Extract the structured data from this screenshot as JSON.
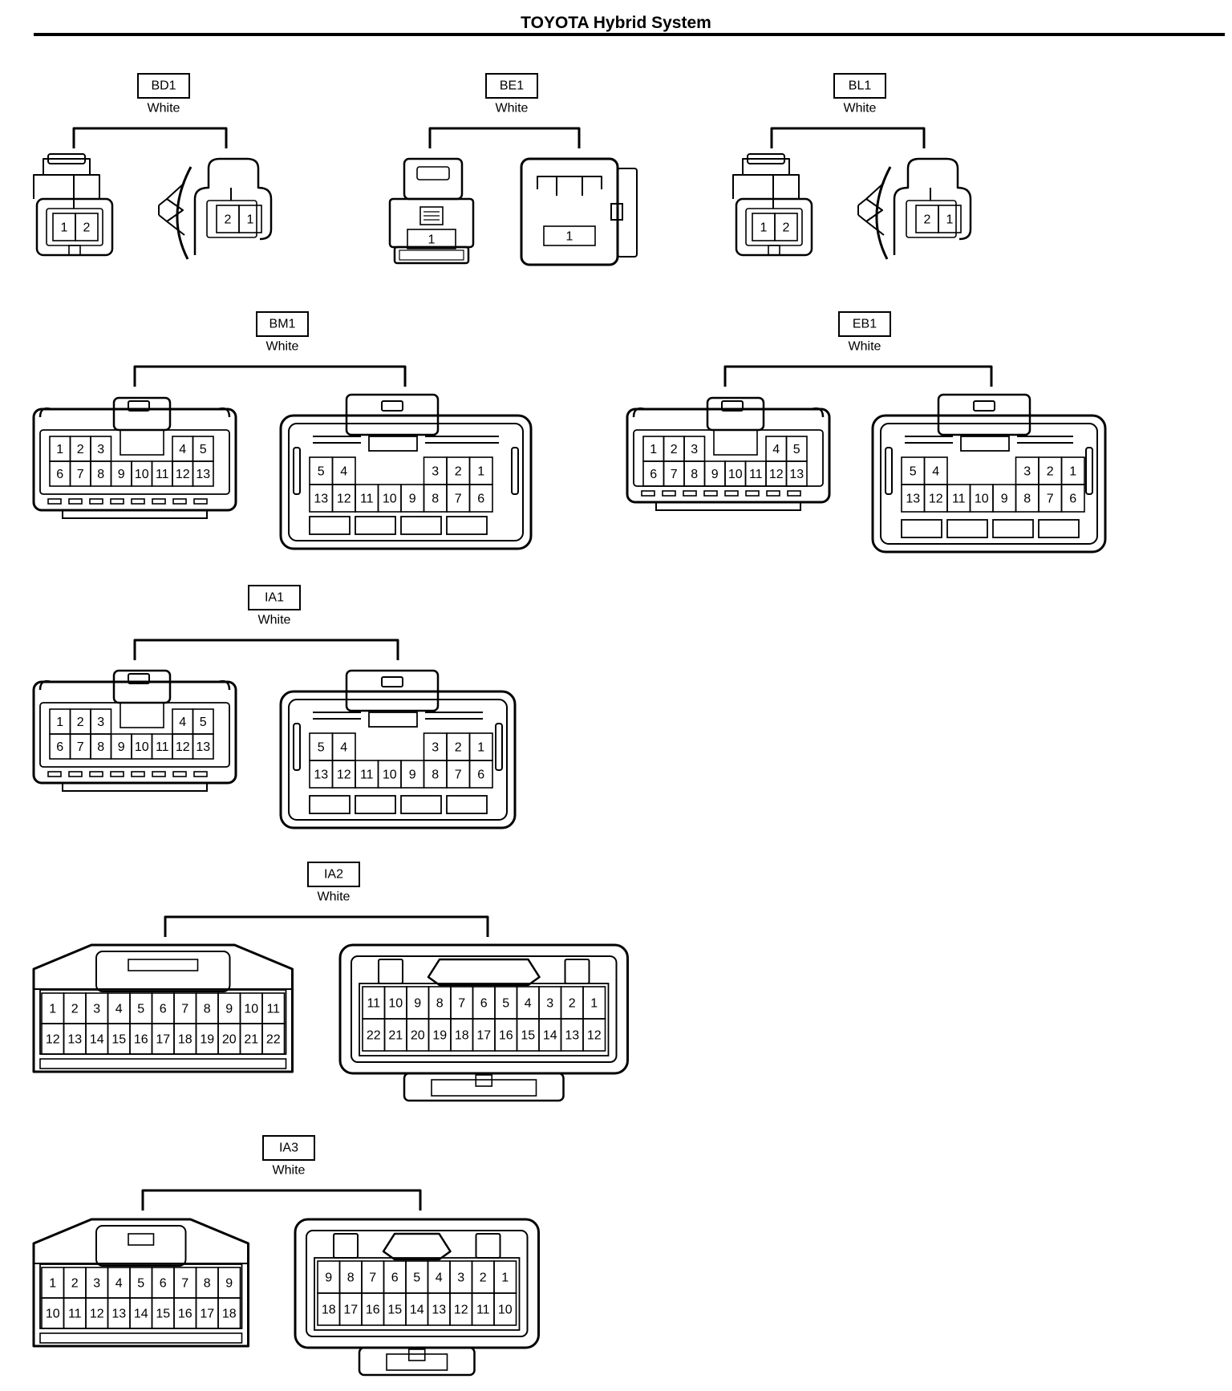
{
  "header": {
    "title": "TOYOTA Hybrid System"
  },
  "connectors": [
    {
      "id": "BD1",
      "color": "White",
      "male_pins": [
        [
          "1",
          "2"
        ]
      ],
      "female_pins": [
        [
          "2",
          "1"
        ]
      ]
    },
    {
      "id": "BE1",
      "color": "White",
      "male_pins": [
        [
          "1"
        ]
      ],
      "female_pins": [
        [
          "1"
        ]
      ]
    },
    {
      "id": "BL1",
      "color": "White",
      "male_pins": [
        [
          "1",
          "2"
        ]
      ],
      "female_pins": [
        [
          "2",
          "1"
        ]
      ]
    },
    {
      "id": "BM1",
      "color": "White",
      "male_pins": [
        [
          "1",
          "2",
          "3",
          "",
          "",
          "",
          "4",
          "5"
        ],
        [
          "6",
          "7",
          "8",
          "9",
          "10",
          "11",
          "12",
          "13"
        ]
      ],
      "female_pins": [
        [
          "5",
          "4",
          "",
          "",
          "",
          "3",
          "2",
          "1"
        ],
        [
          "13",
          "12",
          "11",
          "10",
          "9",
          "8",
          "7",
          "6"
        ]
      ]
    },
    {
      "id": "EB1",
      "color": "White",
      "male_pins": [
        [
          "1",
          "2",
          "3",
          "",
          "",
          "",
          "4",
          "5"
        ],
        [
          "6",
          "7",
          "8",
          "9",
          "10",
          "11",
          "12",
          "13"
        ]
      ],
      "female_pins": [
        [
          "5",
          "4",
          "",
          "",
          "",
          "3",
          "2",
          "1"
        ],
        [
          "13",
          "12",
          "11",
          "10",
          "9",
          "8",
          "7",
          "6"
        ]
      ]
    },
    {
      "id": "IA1",
      "color": "White",
      "male_pins": [
        [
          "1",
          "2",
          "3",
          "",
          "",
          "",
          "4",
          "5"
        ],
        [
          "6",
          "7",
          "8",
          "9",
          "10",
          "11",
          "12",
          "13"
        ]
      ],
      "female_pins": [
        [
          "5",
          "4",
          "",
          "",
          "",
          "3",
          "2",
          "1"
        ],
        [
          "13",
          "12",
          "11",
          "10",
          "9",
          "8",
          "7",
          "6"
        ]
      ]
    },
    {
      "id": "IA2",
      "color": "White",
      "male_pins": [
        [
          "1",
          "2",
          "3",
          "4",
          "5",
          "6",
          "7",
          "8",
          "9",
          "10",
          "11"
        ],
        [
          "12",
          "13",
          "14",
          "15",
          "16",
          "17",
          "18",
          "19",
          "20",
          "21",
          "22"
        ]
      ],
      "female_pins": [
        [
          "11",
          "10",
          "9",
          "8",
          "7",
          "6",
          "5",
          "4",
          "3",
          "2",
          "1"
        ],
        [
          "22",
          "21",
          "20",
          "19",
          "18",
          "17",
          "16",
          "15",
          "14",
          "13",
          "12"
        ]
      ]
    },
    {
      "id": "IA3",
      "color": "White",
      "male_pins": [
        [
          "1",
          "2",
          "3",
          "4",
          "5",
          "6",
          "7",
          "8",
          "9"
        ],
        [
          "10",
          "11",
          "12",
          "13",
          "14",
          "15",
          "16",
          "17",
          "18"
        ]
      ],
      "female_pins": [
        [
          "9",
          "8",
          "7",
          "6",
          "5",
          "4",
          "3",
          "2",
          "1"
        ],
        [
          "18",
          "17",
          "16",
          "15",
          "14",
          "13",
          "12",
          "11",
          "10"
        ]
      ]
    }
  ]
}
